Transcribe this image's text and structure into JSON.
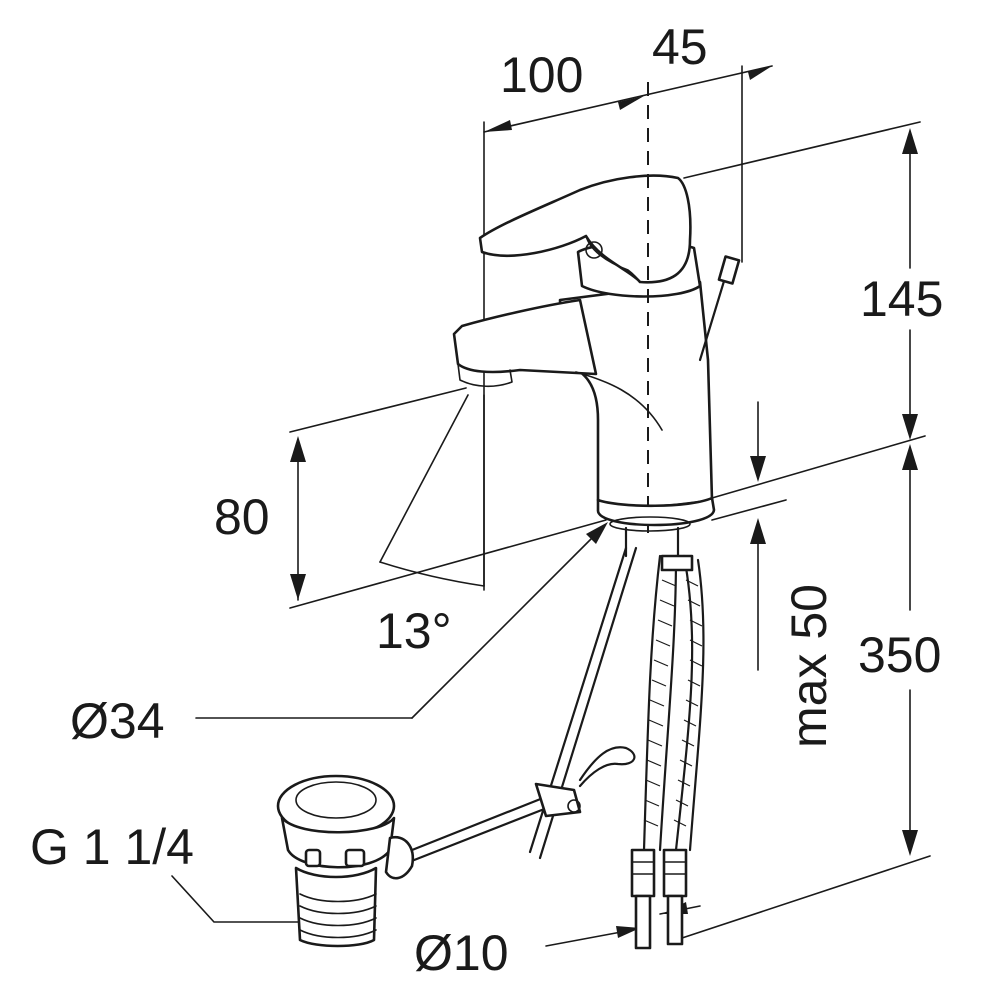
{
  "dimensions": {
    "spout_reach": "100",
    "handle_offset": "45",
    "height_upper": "145",
    "spout_height": "80",
    "spout_angle": "13°",
    "hole_diameter": "Ø34",
    "max_thickness": "max 50",
    "overall_height": "350",
    "waste_thread": "G 1 1/4",
    "hose_diameter": "Ø10"
  },
  "colors": {
    "line": "#1a1a1a",
    "background": "#ffffff"
  }
}
